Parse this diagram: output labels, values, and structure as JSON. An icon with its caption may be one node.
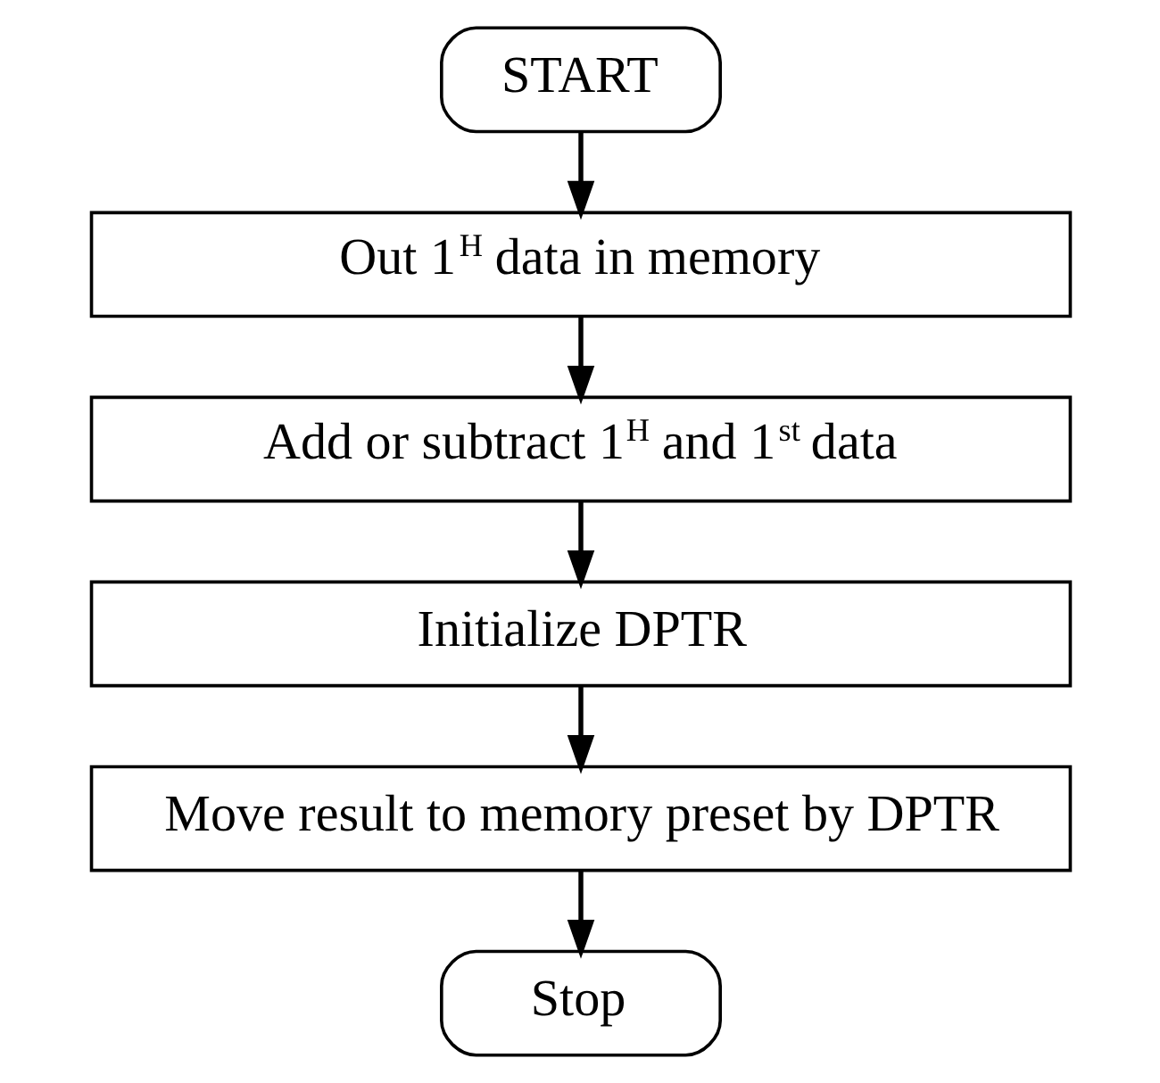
{
  "diagram": {
    "nodes": [
      {
        "text": [
          "START"
        ]
      },
      {
        "text": [
          "Out 1$^{H}$ data in memory"
        ]
      },
      {
        "text": [
          "Add or subtract 1$^{H}$ and 1$^{st}$ data"
        ]
      },
      {
        "text": [
          "Initialize DPTR"
        ]
      },
      {
        "text": [
          "Move result to memory preset by DPTR"
        ]
      },
      {
        "text": [
          "Stop"
        ]
      }
    ],
    "edges": [
      {
        "from": 0,
        "to": 1,
        "arrow": "to"
      },
      {
        "from": 1,
        "to": 2,
        "arrow": "to"
      },
      {
        "from": 2,
        "to": 3,
        "arrow": "to"
      },
      {
        "from": 3,
        "to": 4,
        "arrow": "to"
      },
      {
        "from": 4,
        "to": 5,
        "arrow": "to"
      }
    ]
  }
}
